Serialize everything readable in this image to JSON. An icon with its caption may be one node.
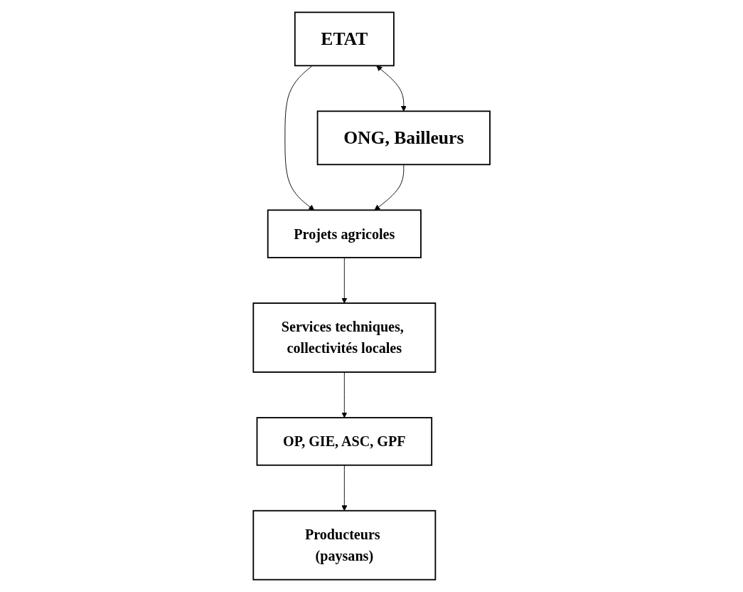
{
  "diagram": {
    "nodes": [
      {
        "text": [
          "ETAT"
        ]
      },
      {
        "text": [
          "ONG, Bailleurs"
        ]
      },
      {
        "text": [
          "Projets agricoles"
        ]
      },
      {
        "text": [
          "Services techniques, collectivités locales"
        ]
      },
      {
        "text": [
          "OP, GIE, ASC, GPF"
        ]
      },
      {
        "text": [
          "Producteurs (paysans)"
        ]
      }
    ],
    "edges": [
      {
        "from": 0,
        "to": 1,
        "arrow": "both"
      },
      {
        "from": 0,
        "to": 2,
        "arrow": "to"
      },
      {
        "from": 1,
        "to": 2,
        "arrow": "to"
      },
      {
        "from": 2,
        "to": 3,
        "arrow": "to"
      },
      {
        "from": 3,
        "to": 4,
        "arrow": "to"
      },
      {
        "from": 4,
        "to": 5,
        "arrow": "to"
      }
    ]
  }
}
